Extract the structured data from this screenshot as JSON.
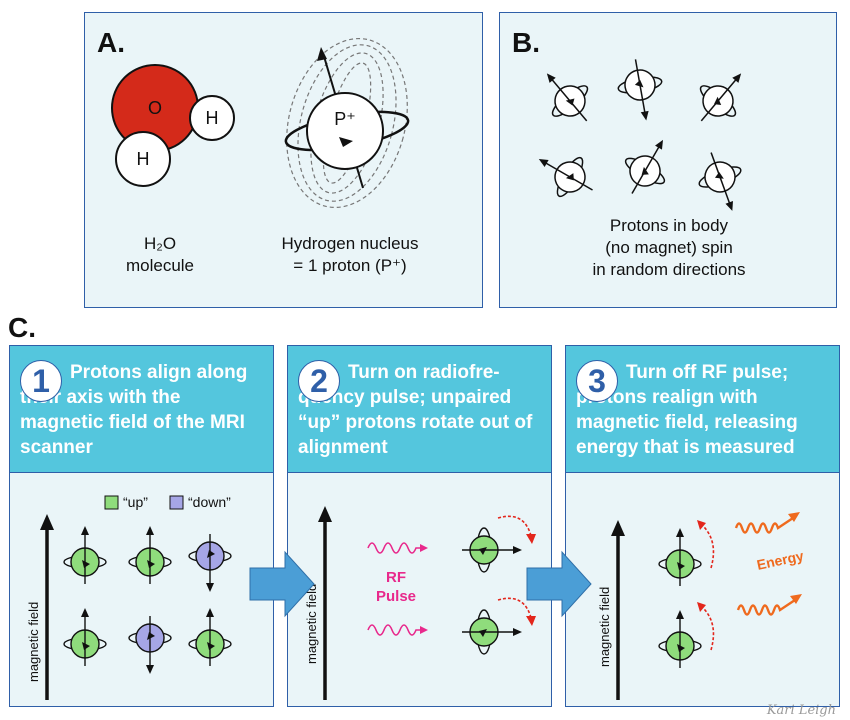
{
  "panel_a": {
    "label": "A.",
    "o_label": "O",
    "h_label_1": "H",
    "h_label_2": "H",
    "proton_label": "P⁺",
    "water_caption_line1": "H₂O",
    "water_caption_line2": "molecule",
    "hydrogen_caption_line1": "Hydrogen nucleus",
    "hydrogen_caption_line2": "= 1 proton (P⁺)"
  },
  "panel_b": {
    "label": "B.",
    "caption_line1": "Protons in body",
    "caption_line2": "(no magnet) spin",
    "caption_line3": "in random directions"
  },
  "panel_c": {
    "label": "C.",
    "steps": [
      {
        "number": "1",
        "text": "Protons align along their axis with the magnetic field of the MRI scanner"
      },
      {
        "number": "2",
        "text": "Turn on radiofre-quency pulse; unpaired “up” protons rotate out of alignment"
      },
      {
        "number": "3",
        "text": "Turn off RF pulse; protons realign with magnetic field, releasing energy that is measured"
      }
    ],
    "legend_up": "“up”",
    "legend_down": "“down”",
    "magnetic_field_label": "magnetic field",
    "rf_pulse_line1": "RF",
    "rf_pulse_line2": "Pulse",
    "energy_label": "Energy"
  },
  "signature": "Kari Leigh",
  "colors": {
    "panel_border": "#2f5fa8",
    "panel_fill": "#eaf5f8",
    "step_header": "#54c6dd",
    "oxygen": "#d42a1a",
    "up_proton": "#8fdc7c",
    "down_proton": "#a6a6e6",
    "rf_pulse": "#e8298c",
    "energy": "#ef6a1e",
    "realign_arrow": "#e3261c"
  }
}
